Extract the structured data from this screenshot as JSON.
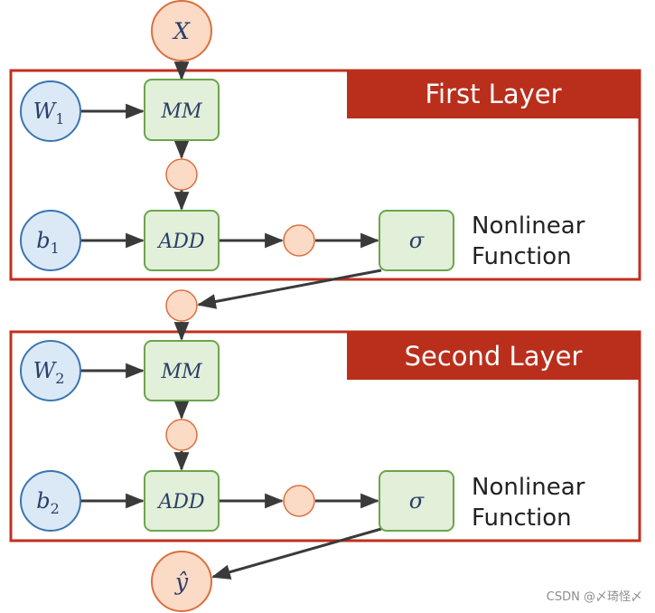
{
  "colors": {
    "layer_border": "#c0301f",
    "title_fill": "#b92f1c",
    "op_fill": "#e2efd9",
    "op_stroke": "#6aa64c",
    "param_fill": "#dbe8f6",
    "param_stroke": "#3a75b0",
    "node_fill": "#fbdac6",
    "node_stroke": "#d9703f",
    "arrow": "#3a3a3a"
  },
  "input": {
    "label": "X"
  },
  "output": {
    "label": "ŷ"
  },
  "layers": [
    {
      "title": "First Layer",
      "weight": {
        "base": "W",
        "sub": "1"
      },
      "bias": {
        "base": "b",
        "sub": "1"
      },
      "mm": "MM",
      "add": "ADD",
      "activation": "σ",
      "note_line1": "Nonlinear",
      "note_line2": "Function"
    },
    {
      "title": "Second Layer",
      "weight": {
        "base": "W",
        "sub": "2"
      },
      "bias": {
        "base": "b",
        "sub": "2"
      },
      "mm": "MM",
      "add": "ADD",
      "activation": "σ",
      "note_line1": "Nonlinear",
      "note_line2": "Function"
    }
  ],
  "watermark": "CSDN @〆琦怪〆"
}
